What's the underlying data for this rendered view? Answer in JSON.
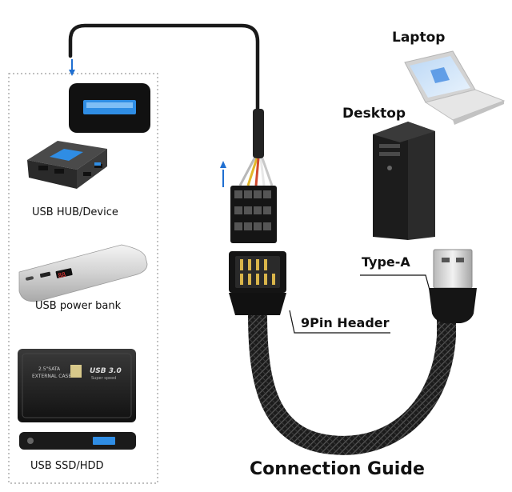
{
  "devices": {
    "hub_label": "USB HUB/Device",
    "powerbank_label": "USB power bank",
    "ssd_label": "USB SSD/HDD"
  },
  "ssd_case": {
    "line1": "2.5\"SATA",
    "line2": "EXTERNAL CASE",
    "logo": "USB 3.0",
    "sub": "Super speed"
  },
  "hosts": {
    "laptop_label": "Laptop",
    "desktop_label": "Desktop"
  },
  "callouts": {
    "type_a": "Type-A",
    "header": "9Pin Header"
  },
  "title": "Connection Guide",
  "colors": {
    "arrow_blue": "#1f6fd1",
    "usb_blue": "#2f8de4",
    "cable_black": "#1a1a1a",
    "dashed_border": "#9a9a9a"
  }
}
